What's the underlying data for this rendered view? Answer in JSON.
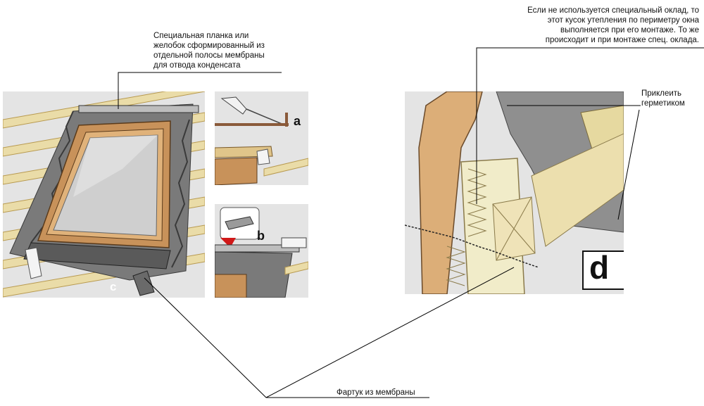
{
  "labels": {
    "planka": "Специальная планка или\nжелобок сформированный из\nотдельной полосы мембраны\nдля отвода конденсата",
    "insulation": "Если не используется специальный оклад, то\nэтот кусок утепления по периметру окна\nвыполняется при его монтаже. То же\nпроисходит и при монтаже спец. оклада.",
    "sealant": "Приклеить\nгерметиком",
    "apron": "Фартук из мембраны"
  },
  "panels": {
    "a": "a",
    "b": "b",
    "c": "c",
    "d": "d"
  },
  "colors": {
    "panel_bg": "#e4e4e4",
    "membrane": "#7a7a7a",
    "membrane_dark": "#4a4a4a",
    "wood": "#e9d9a8",
    "wood_frame": "#c8925a",
    "glass": "#c9c9c9",
    "insulation": "#f1ecc9",
    "leader": "#000000"
  }
}
